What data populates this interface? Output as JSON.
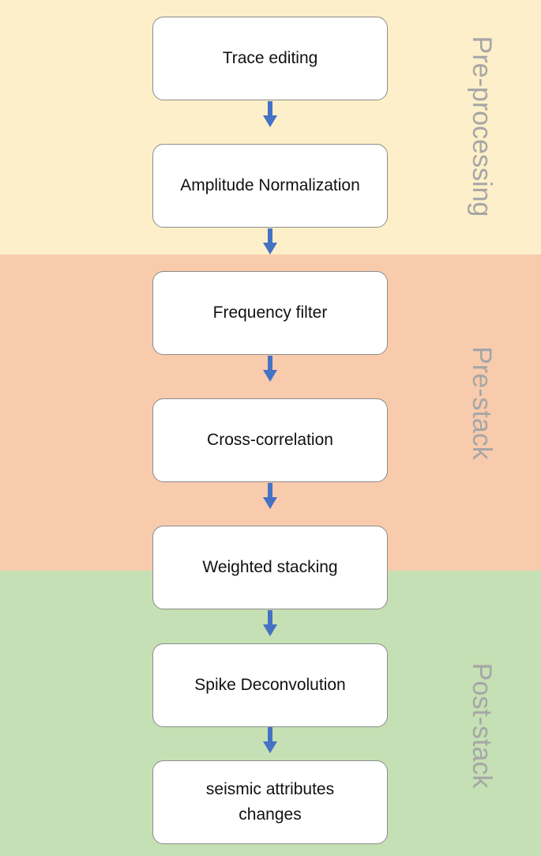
{
  "stages": [
    {
      "label": "Pre-processing",
      "color": "#fdefc9"
    },
    {
      "label": "Pre-stack",
      "color": "#f8cbad"
    },
    {
      "label": "Post-stack",
      "color": "#c5e0b4"
    }
  ],
  "steps": [
    {
      "label": "Trace editing"
    },
    {
      "label": "Amplitude Normalization"
    },
    {
      "label": "Frequency filter"
    },
    {
      "label": "Cross-correlation"
    },
    {
      "label": "Weighted stacking"
    },
    {
      "label": "Spike Deconvolution"
    },
    {
      "label": "seismic attributes changes"
    }
  ],
  "arrow_color": "#4472c4"
}
